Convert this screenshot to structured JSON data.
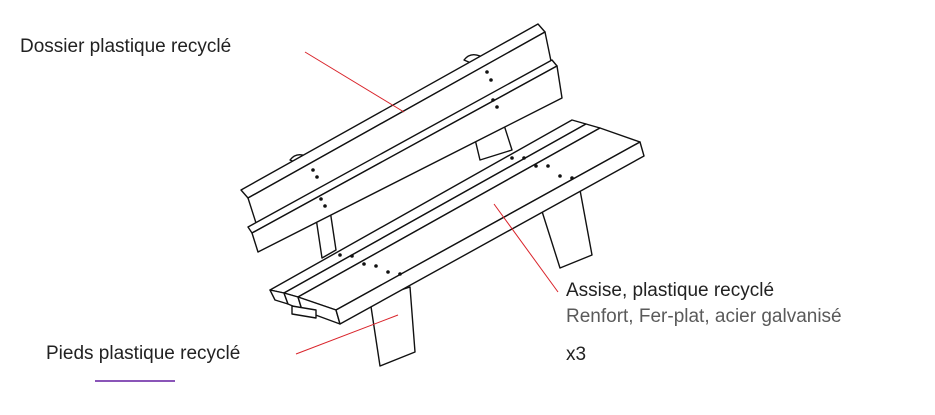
{
  "labels": {
    "backrest": "Dossier plastique recyclé",
    "seat": "Assise,  plastique recyclé",
    "reinforcement": "Renfort, Fer-plat, acier galvanisé",
    "legs": "Pieds plastique recyclé",
    "quantity": "x3"
  },
  "colors": {
    "leader_line": "#d9232a",
    "drawing_stroke": "#111111",
    "accent_bar": "#8a55b8",
    "background": "#ffffff"
  }
}
